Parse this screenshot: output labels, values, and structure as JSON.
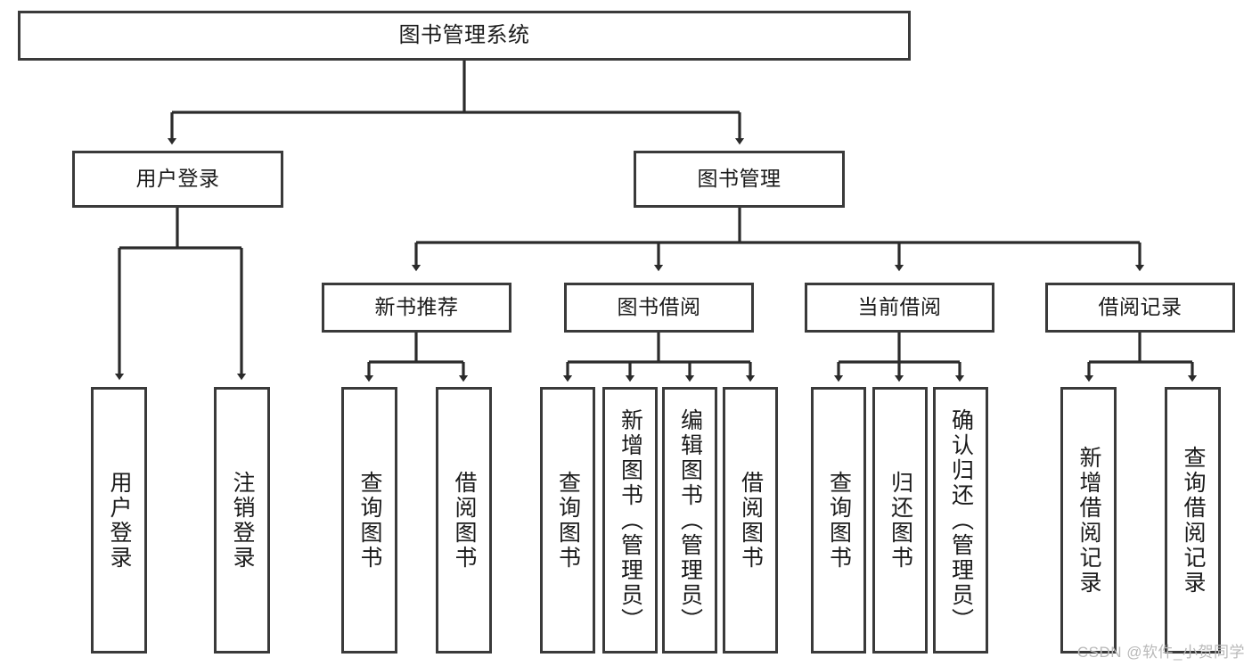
{
  "diagram": {
    "type": "tree-hierarchy-chart",
    "title": "图书管理系统",
    "watermark": "CSDN @软件_小贺同学",
    "colors": {
      "box_border": "#3a3a3a",
      "box_fill": "#ffffff",
      "connector": "#2b2b2b",
      "text": "#1b1b1b",
      "watermark": "#b9b9b9",
      "background": "#ffffff"
    },
    "nodes": {
      "root": {
        "label": "图书管理系统"
      },
      "level2": [
        {
          "id": "user-login",
          "label": "用户登录"
        },
        {
          "id": "book-manage",
          "label": "图书管理"
        }
      ],
      "level3": [
        {
          "id": "new-book-recommend",
          "label": "新书推荐"
        },
        {
          "id": "book-borrow",
          "label": "图书借阅"
        },
        {
          "id": "current-borrow",
          "label": "当前借阅"
        },
        {
          "id": "borrow-record",
          "label": "借阅记录"
        }
      ],
      "leaves": {
        "user-login": [
          {
            "id": "leaf-user-login",
            "label": "用户登录"
          },
          {
            "id": "leaf-user-logout",
            "label": "注销登录"
          }
        ],
        "new-book-recommend": [
          {
            "id": "leaf-query-book-1",
            "label": "查询图书"
          },
          {
            "id": "leaf-borrow-book-1",
            "label": "借阅图书"
          }
        ],
        "book-borrow": [
          {
            "id": "leaf-query-book-2",
            "label": "查询图书"
          },
          {
            "id": "leaf-add-book",
            "label": "新增图书（管理员）"
          },
          {
            "id": "leaf-edit-book",
            "label": "编辑图书（管理员）"
          },
          {
            "id": "leaf-borrow-book-2",
            "label": "借阅图书"
          }
        ],
        "current-borrow": [
          {
            "id": "leaf-query-book-3",
            "label": "查询图书"
          },
          {
            "id": "leaf-return-book",
            "label": "归还图书"
          },
          {
            "id": "leaf-confirm-return",
            "label": "确认归还（管理员）"
          }
        ],
        "borrow-record": [
          {
            "id": "leaf-add-record",
            "label": "新增借阅记录"
          },
          {
            "id": "leaf-query-record",
            "label": "查询借阅记录"
          }
        ]
      }
    },
    "edges": [
      {
        "from": "图书管理系统",
        "to": "用户登录"
      },
      {
        "from": "图书管理系统",
        "to": "图书管理"
      },
      {
        "from": "图书管理",
        "to": "新书推荐"
      },
      {
        "from": "图书管理",
        "to": "图书借阅"
      },
      {
        "from": "图书管理",
        "to": "当前借阅"
      },
      {
        "from": "图书管理",
        "to": "借阅记录"
      },
      {
        "from": "用户登录",
        "to": "用户登录"
      },
      {
        "from": "用户登录",
        "to": "注销登录"
      },
      {
        "from": "新书推荐",
        "to": "查询图书"
      },
      {
        "from": "新书推荐",
        "to": "借阅图书"
      },
      {
        "from": "图书借阅",
        "to": "查询图书"
      },
      {
        "from": "图书借阅",
        "to": "新增图书（管理员）"
      },
      {
        "from": "图书借阅",
        "to": "编辑图书（管理员）"
      },
      {
        "from": "图书借阅",
        "to": "借阅图书"
      },
      {
        "from": "当前借阅",
        "to": "查询图书"
      },
      {
        "from": "当前借阅",
        "to": "归还图书"
      },
      {
        "from": "当前借阅",
        "to": "确认归还（管理员）"
      },
      {
        "from": "借阅记录",
        "to": "新增借阅记录"
      },
      {
        "from": "借阅记录",
        "to": "查询借阅记录"
      }
    ]
  }
}
